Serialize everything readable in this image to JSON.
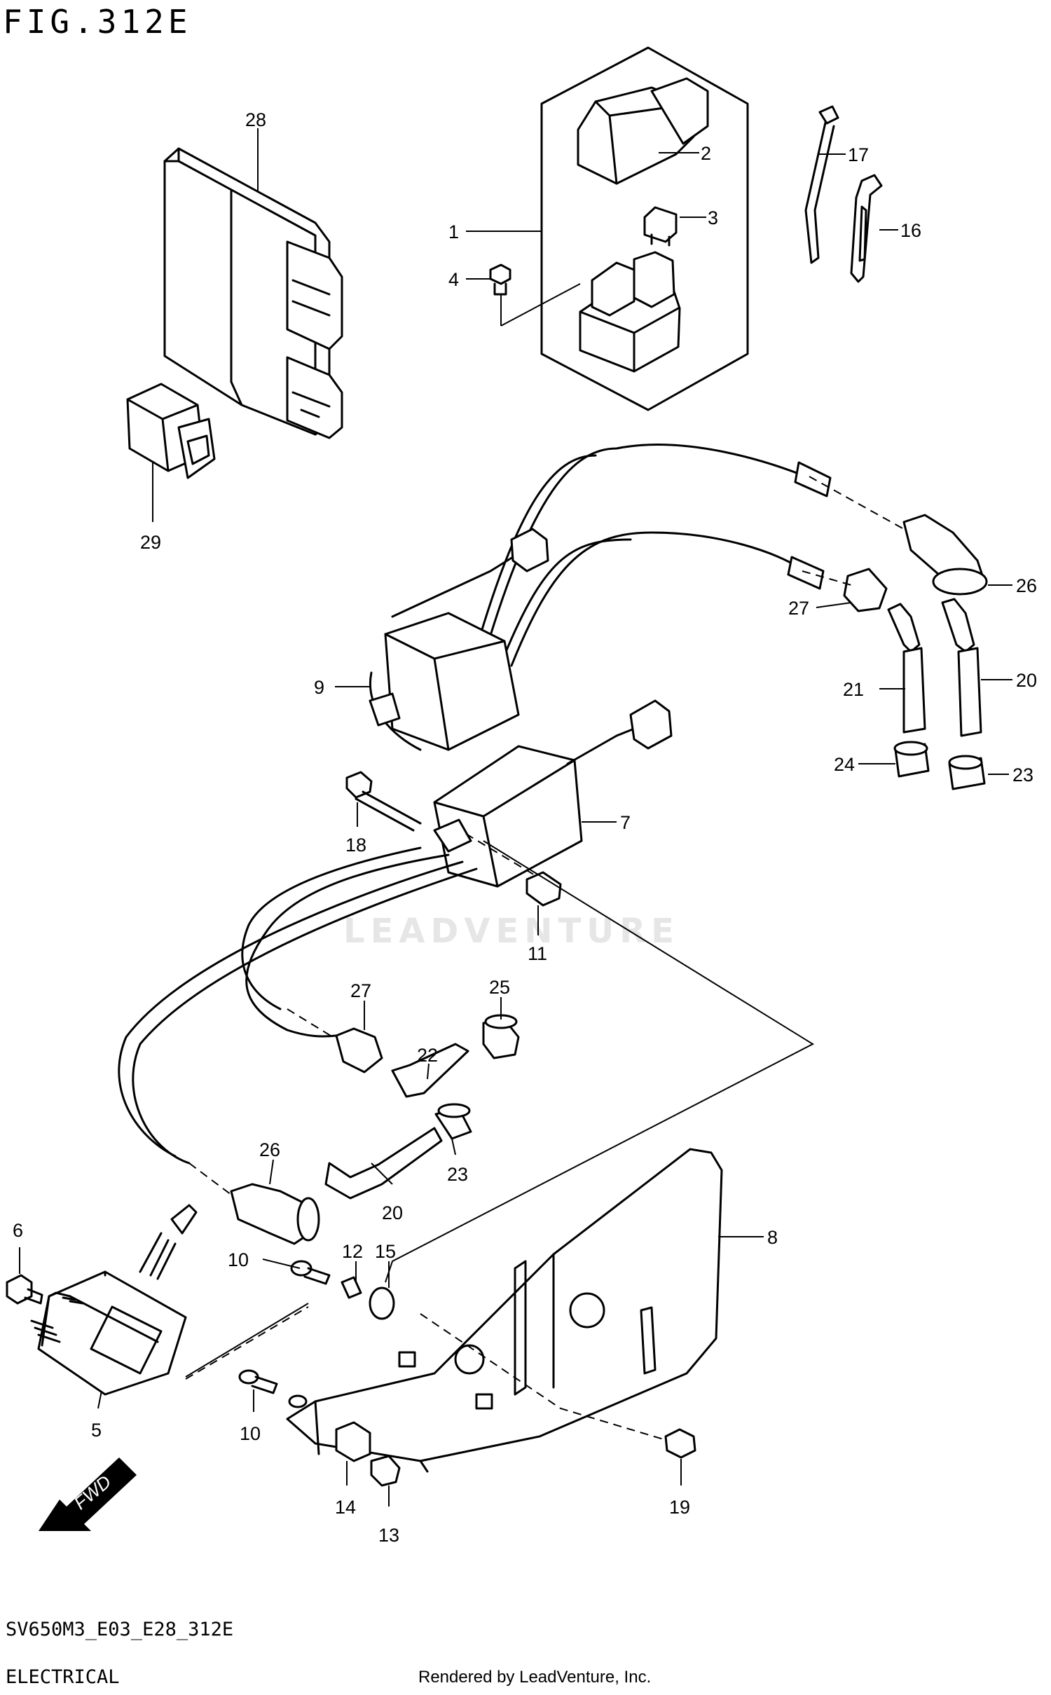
{
  "header": {
    "figure_title": "FIG.312E"
  },
  "footer": {
    "model_code": "SV650M3_E03_E28_312E",
    "section": "ELECTRICAL",
    "credit": "Rendered by LeadVenture, Inc."
  },
  "watermark": {
    "text": "LEADVENTURE"
  },
  "callouts": {
    "c1": "1",
    "c2": "2",
    "c3": "3",
    "c4": "4",
    "c5": "5",
    "c6": "6",
    "c7": "7",
    "c8": "8",
    "c9": "9",
    "c10a": "10",
    "c10b": "10",
    "c11": "11",
    "c12": "12",
    "c13": "13",
    "c14": "14",
    "c15": "15",
    "c16": "16",
    "c17": "17",
    "c18": "18",
    "c19": "19",
    "c20a": "20",
    "c20b": "20",
    "c21": "21",
    "c22": "22",
    "c23a": "23",
    "c23b": "23",
    "c24": "24",
    "c25": "25",
    "c26a": "26",
    "c26b": "26",
    "c27a": "27",
    "c27b": "27",
    "c28": "28",
    "c29": "29"
  },
  "direction_marker": {
    "text": "FWD"
  }
}
